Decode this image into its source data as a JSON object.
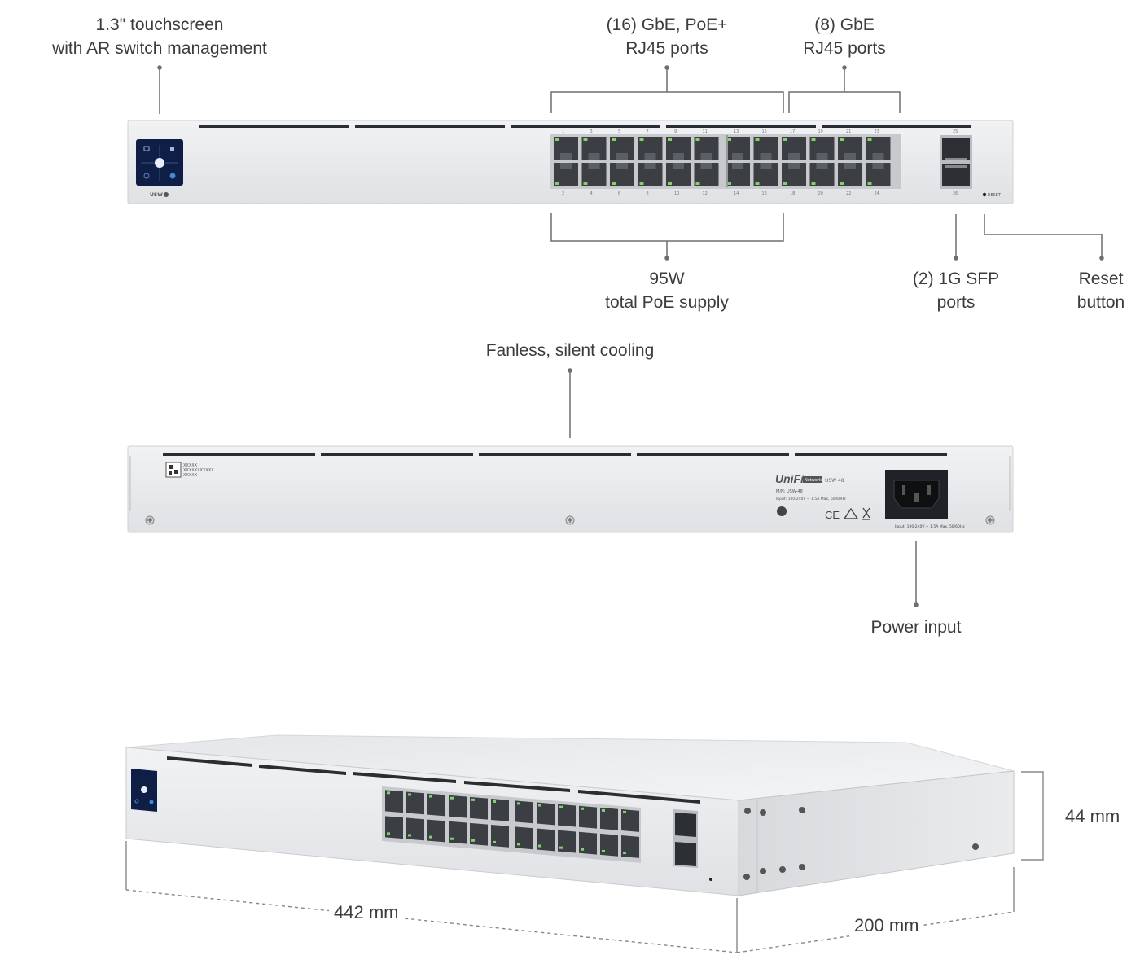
{
  "callouts": {
    "touchscreen": [
      "1.3\" touchscreen",
      "with AR switch management"
    ],
    "poe_ports": [
      "(16) GbE, PoE+",
      "RJ45 ports"
    ],
    "gbe_ports": [
      "(8) GbE",
      "RJ45 ports"
    ],
    "poe_supply": [
      "95W",
      "total PoE supply"
    ],
    "sfp_ports": [
      "(2) 1G SFP",
      "ports"
    ],
    "reset": [
      "Reset",
      "button"
    ],
    "cooling": [
      "Fanless, silent cooling"
    ],
    "power": [
      "Power input"
    ]
  },
  "dimensions": {
    "width": "442 mm",
    "height": "44 mm",
    "depth": "200 mm"
  },
  "front_panel": {
    "model_badge": "USW",
    "reset_label": "RESET",
    "port_numbers_top": [
      "1",
      "3",
      "5",
      "7",
      "9",
      "11",
      "13",
      "15",
      "17",
      "19",
      "21",
      "23"
    ],
    "port_numbers_bottom": [
      "2",
      "4",
      "6",
      "8",
      "10",
      "12",
      "14",
      "16",
      "18",
      "20",
      "22",
      "24"
    ],
    "sfp_top": "25",
    "sfp_bottom": "26"
  },
  "rear_panel": {
    "label_lines": [
      "XXXXX",
      "XXXXXXXXXXX",
      "XXXXX"
    ],
    "brand": "UniFi",
    "brand_tag": "Network",
    "model": "USW 48",
    "model_line": "M/N: USW-48",
    "input_line": "Input: 100-240V ~ 1.5A Max, 50/60Hz",
    "power_rating": "Input: 100-240V ~ 1.5A Max, 50/60Hz",
    "cert_ce": "CE"
  },
  "colors": {
    "chassis": "#e9eaec",
    "chassis_edge": "#c9cbce",
    "port_dark": "#3b3f44",
    "led_green": "#7fd36a",
    "screen": "#10224a",
    "leader_line": "#6e6e6e"
  }
}
